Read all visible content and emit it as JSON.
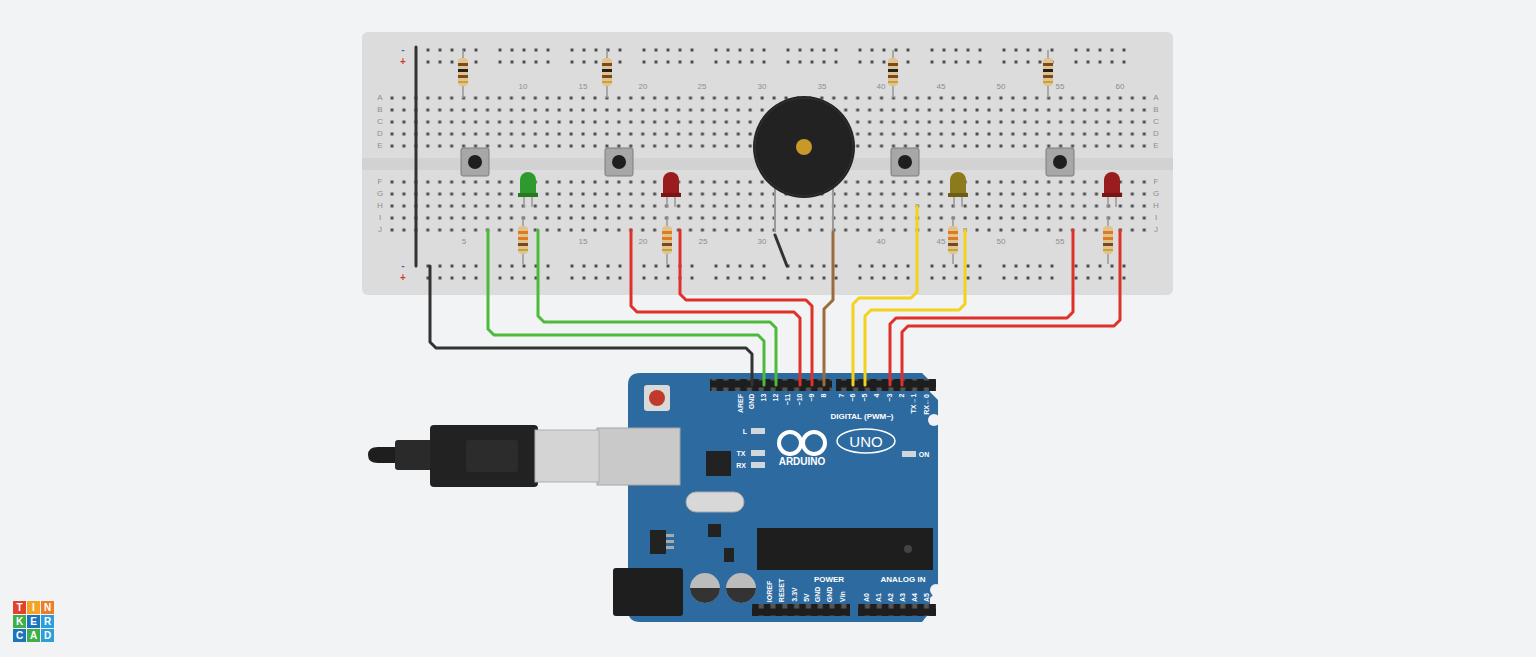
{
  "diagram": {
    "labels": [
      "10",
      "15",
      "20",
      "25",
      "30",
      "35",
      "40",
      "45",
      "50",
      "55",
      "60",
      "5",
      "15",
      "20",
      "25",
      "30",
      "40",
      "45",
      "50",
      "55",
      "A",
      "B",
      "C",
      "D",
      "E",
      "F",
      "G",
      "H",
      "I",
      "J",
      "A",
      "B",
      "C",
      "D",
      "E",
      "F",
      "G",
      "H",
      "I",
      "J",
      "-",
      "+",
      "-",
      "+",
      "AREF",
      "GND",
      "13",
      "12",
      "~11",
      "~10",
      "~9",
      "8",
      "7",
      "~6",
      "~5",
      "4",
      "~3",
      "2",
      "TX→1",
      "RX←0",
      "DIGITAL (PWM~)",
      "L",
      "TX",
      "RX",
      "ARDUINO",
      "UNO",
      "ON",
      "POWER",
      "IOREF",
      "RESET",
      "3.3V",
      "5V",
      "GND",
      "GND",
      "Vin",
      "ANALOG IN",
      "A0",
      "A1",
      "A2",
      "A3",
      "A4",
      "A5",
      "T",
      "I",
      "N",
      "K",
      "E",
      "R",
      "C",
      "A",
      "D"
    ]
  }
}
